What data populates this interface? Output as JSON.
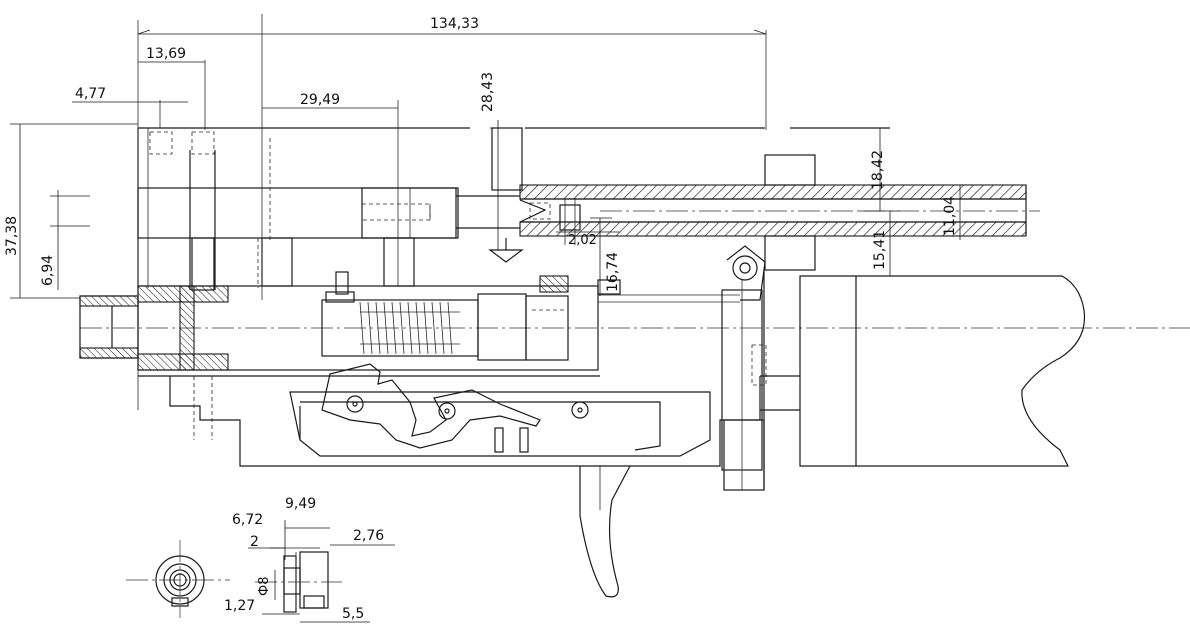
{
  "dimensions": {
    "overall_length": "134,33",
    "d_13_69": "13,69",
    "d_4_77": "4,77",
    "d_29_49": "29,49",
    "d_28_43": "28,43",
    "d_37_38": "37,38",
    "d_6_94": "6,94",
    "d_2_02": "2,02",
    "d_16_74": "16,74",
    "d_18_42": "18,42",
    "d_15_41": "15,41",
    "d_11_04": "11,04",
    "d_6_72": "6,72",
    "d_9_49": "9,49",
    "d_2": "2",
    "d_2_76": "2,76",
    "d_phi8": "Ф8",
    "d_1_27": "1,27",
    "d_5_5": "5,5"
  }
}
